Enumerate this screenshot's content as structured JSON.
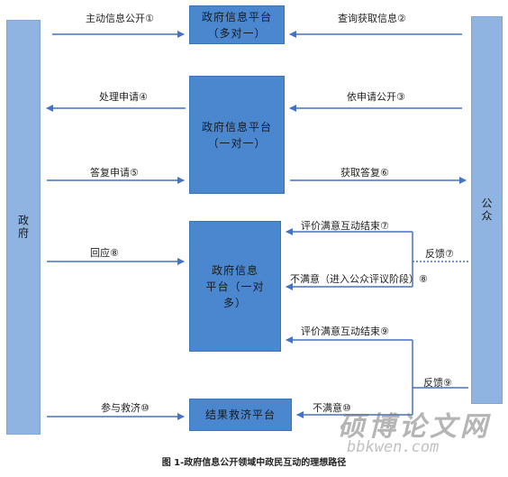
{
  "actors": {
    "government": "政府",
    "public": "公众"
  },
  "platforms": {
    "p1": {
      "line1": "政府信息平台",
      "line2": "（多对一）"
    },
    "p2": {
      "line1": "政府信息平台",
      "line2": "（一对一）"
    },
    "p3": {
      "line1": "政府信息",
      "line2": "平台（一对",
      "line3": "多）"
    },
    "p4": {
      "line1": "结果救济平台"
    }
  },
  "labels": {
    "l1": "主动信息公开①",
    "l2": "查询获取信息②",
    "l3": "依申请公开③",
    "l4": "处理申请④",
    "l5": "答复申请⑤",
    "l6": "获取答复⑥",
    "l7a": "评价满意互动结束⑦",
    "l7b": "反馈⑦",
    "l8a": "回应⑧",
    "l8b": "不满意（进入公众评议阶段）⑧",
    "l9a": "评价满意互动结束⑨",
    "l9b": "反馈⑨",
    "l10a": "参与救济⑩",
    "l10b": "不满意⑩"
  },
  "caption": "图 1-政府信息公开领域中政民互动的理想路径",
  "watermark": {
    "cn": "硕博论文网",
    "url": "bbkwen.com"
  },
  "colors": {
    "platform": "#4a87cf",
    "side": "#8fb4e1",
    "arrow": "#4472c4"
  }
}
